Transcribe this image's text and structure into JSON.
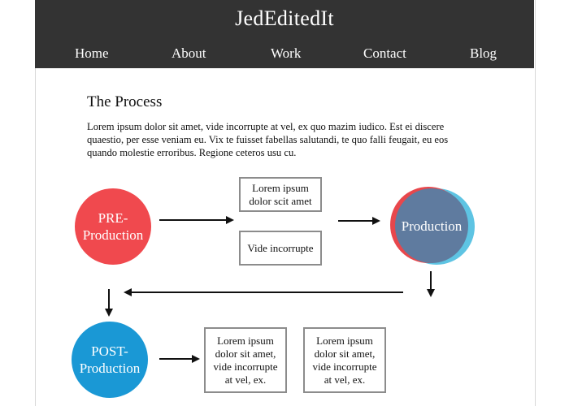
{
  "site": {
    "title": "JedEditedIt"
  },
  "nav": {
    "items": [
      "Home",
      "About",
      "Work",
      "Contact",
      "Blog"
    ]
  },
  "section": {
    "title": "The Process",
    "intro": "Lorem ipsum dolor sit amet, vide incorrupte at vel, ex quo mazim iudico. Est ei discere quaestio, per esse veniam eu. Vix te fuisset fabellas salutandi, te quo falli feugait, eu eos quando molestie erroribus. Regione ceteros usu cu."
  },
  "diagram": {
    "pre_production": {
      "line1": "PRE-",
      "line2": "Production",
      "color": "#f0494e"
    },
    "production": {
      "label": "Production",
      "color_main": "#5f7b9f",
      "color_red": "#e8474c",
      "color_blue": "#5ec4e3"
    },
    "post_production": {
      "line1": "POST-",
      "line2": "Production",
      "color": "#1a98d5"
    },
    "boxes": {
      "box1": "Lorem ipsum dolor scit amet",
      "box2": "Vide incorrupte",
      "box3": "Lorem ipsum dolor sit amet, vide incorrupte at vel, ex.",
      "box4": "Lorem ipsum dolor sit amet, vide incorrupte at vel, ex."
    }
  }
}
